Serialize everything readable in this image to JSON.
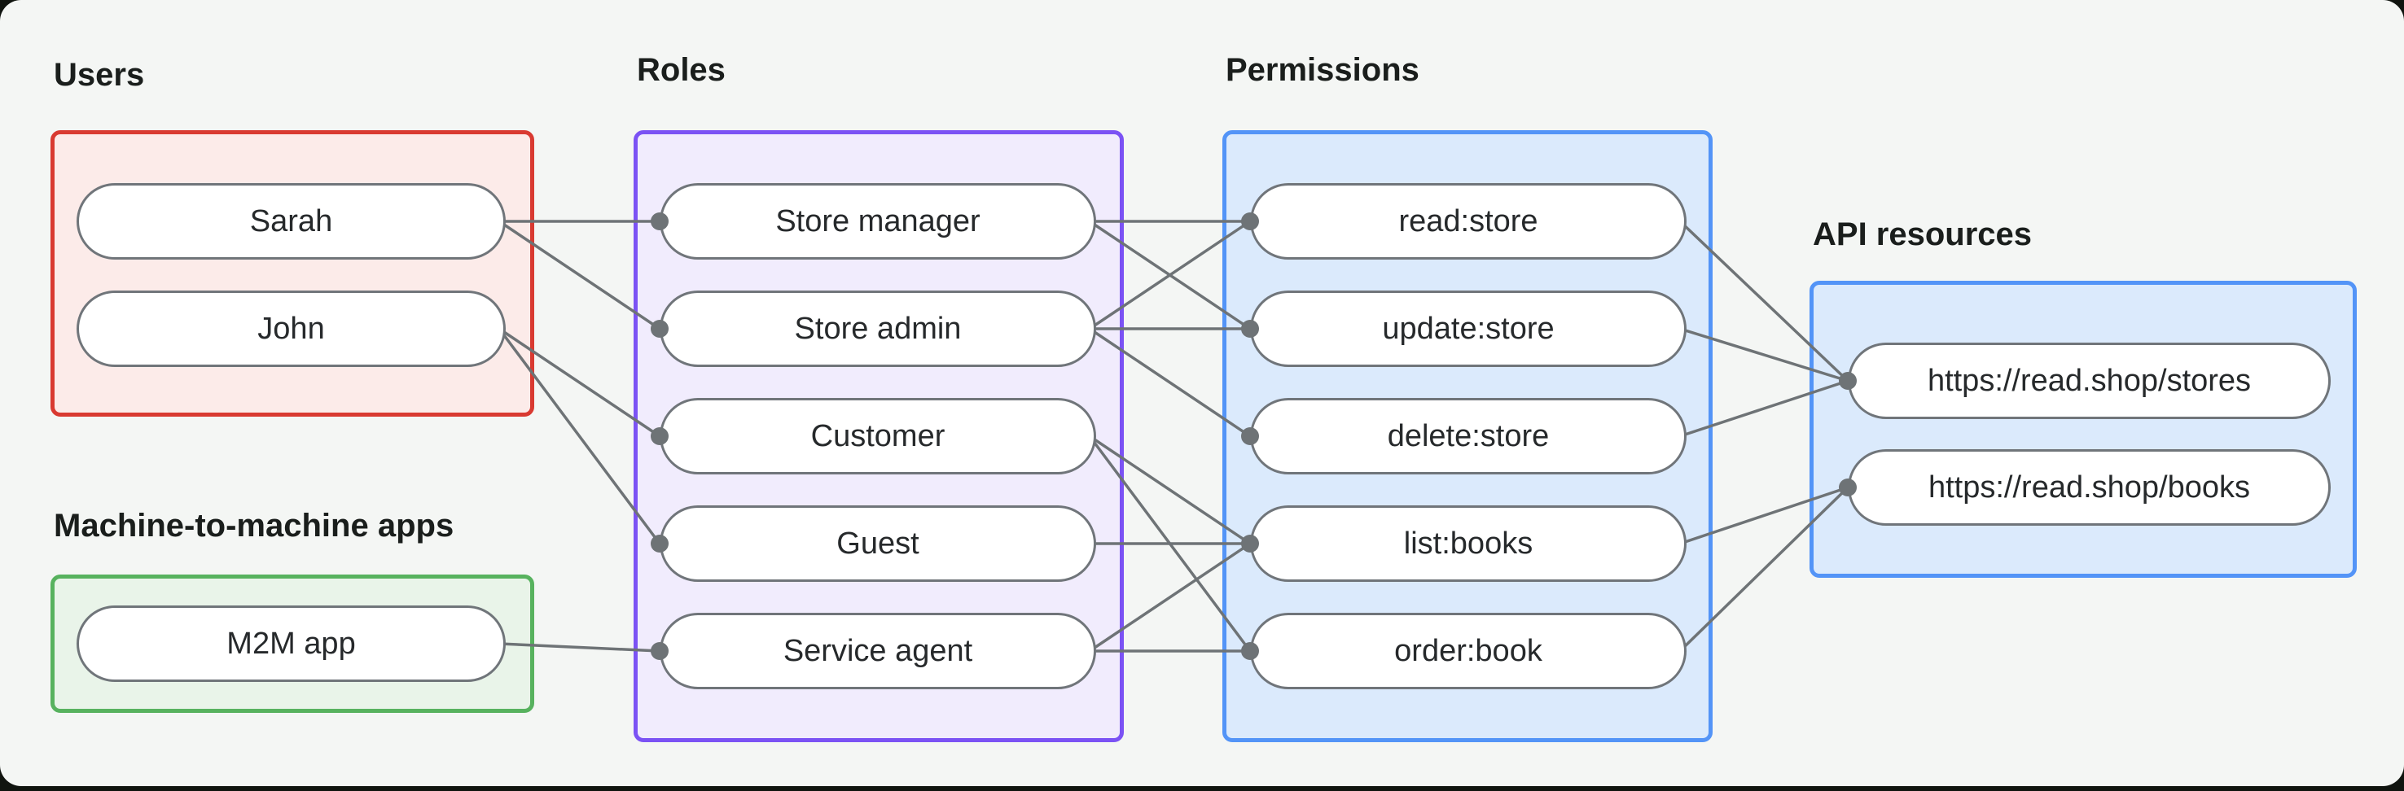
{
  "canvas": {
    "background": "#f4f6f4",
    "frame_color": "#10140f"
  },
  "edge_style": {
    "line_color": "#6e7376",
    "dot_color": "#6e7376",
    "node_border_color": "#70757a"
  },
  "groups": [
    {
      "id": "users",
      "label": "Users",
      "border_color": "#d93a31",
      "fill_color": "#fcebe9"
    },
    {
      "id": "m2m",
      "label": "Machine-to-machine apps",
      "border_color": "#57b25e",
      "fill_color": "#e9f4e9"
    },
    {
      "id": "roles",
      "label": "Roles",
      "border_color": "#7b52f4",
      "fill_color": "#f1ecfd"
    },
    {
      "id": "permissions",
      "label": "Permissions",
      "border_color": "#5394f7",
      "fill_color": "#dbeafc"
    },
    {
      "id": "api",
      "label": "API resources",
      "border_color": "#5394f7",
      "fill_color": "#dbeafc"
    }
  ],
  "nodes": [
    {
      "id": "sarah",
      "group": "users",
      "label": "Sarah"
    },
    {
      "id": "john",
      "group": "users",
      "label": "John"
    },
    {
      "id": "m2m_app",
      "group": "m2m",
      "label": "M2M app"
    },
    {
      "id": "store_manager",
      "group": "roles",
      "label": "Store manager"
    },
    {
      "id": "store_admin",
      "group": "roles",
      "label": "Store admin"
    },
    {
      "id": "customer",
      "group": "roles",
      "label": "Customer"
    },
    {
      "id": "guest",
      "group": "roles",
      "label": "Guest"
    },
    {
      "id": "service_agent",
      "group": "roles",
      "label": "Service agent"
    },
    {
      "id": "read_store",
      "group": "permissions",
      "label": "read:store"
    },
    {
      "id": "update_store",
      "group": "permissions",
      "label": "update:store"
    },
    {
      "id": "delete_store",
      "group": "permissions",
      "label": "delete:store"
    },
    {
      "id": "list_books",
      "group": "permissions",
      "label": "list:books"
    },
    {
      "id": "order_book",
      "group": "permissions",
      "label": "order:book"
    },
    {
      "id": "stores",
      "group": "api",
      "label": "https://read.shop/stores"
    },
    {
      "id": "books",
      "group": "api",
      "label": "https://read.shop/books"
    }
  ],
  "edges": [
    {
      "from": "sarah",
      "to": "store_manager"
    },
    {
      "from": "sarah",
      "to": "store_admin"
    },
    {
      "from": "john",
      "to": "customer"
    },
    {
      "from": "john",
      "to": "guest"
    },
    {
      "from": "m2m_app",
      "to": "service_agent"
    },
    {
      "from": "store_manager",
      "to": "read_store"
    },
    {
      "from": "store_manager",
      "to": "update_store"
    },
    {
      "from": "store_admin",
      "to": "read_store"
    },
    {
      "from": "store_admin",
      "to": "update_store"
    },
    {
      "from": "store_admin",
      "to": "delete_store"
    },
    {
      "from": "customer",
      "to": "list_books"
    },
    {
      "from": "customer",
      "to": "order_book"
    },
    {
      "from": "guest",
      "to": "list_books"
    },
    {
      "from": "service_agent",
      "to": "list_books"
    },
    {
      "from": "service_agent",
      "to": "order_book"
    },
    {
      "from": "read_store",
      "to": "stores"
    },
    {
      "from": "update_store",
      "to": "stores"
    },
    {
      "from": "delete_store",
      "to": "stores"
    },
    {
      "from": "list_books",
      "to": "books"
    },
    {
      "from": "order_book",
      "to": "books"
    }
  ]
}
